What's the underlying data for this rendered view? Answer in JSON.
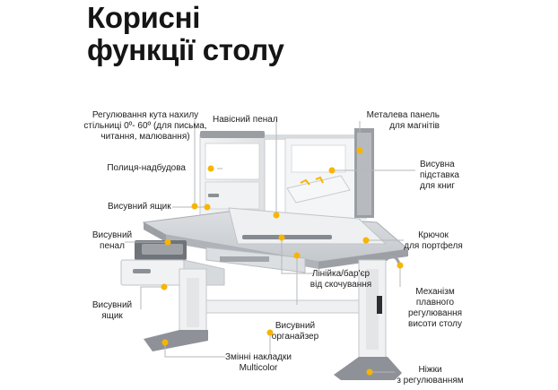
{
  "title": {
    "line1": "Корисні",
    "line2": "функції столу"
  },
  "labels": {
    "tilt": [
      "Регулювання кута нахилу",
      "стільниці 0º- 60º (для письма,",
      "читання, малювання)"
    ],
    "pencil_case_top": [
      "Навісний пенал"
    ],
    "magnet_panel": [
      "Металева панель",
      "для магнітів"
    ],
    "shelf": [
      "Полиця-надбудова"
    ],
    "book_stand": [
      "Висувна",
      "підставка",
      "для книг"
    ],
    "top_drawer": [
      "Висувний ящик"
    ],
    "hook": [
      "Крючок",
      "для портфеля"
    ],
    "side_pencil_case": [
      "Висувний",
      "пенал"
    ],
    "ruler": [
      "Лінійка/бар'єр",
      "від скочування"
    ],
    "lift_mechanism": [
      "Механізм",
      "плавного",
      "регулювання",
      "висоти столу"
    ],
    "side_drawer": [
      "Висувний",
      "ящик"
    ],
    "organizer": [
      "Висувний",
      "органайзер"
    ],
    "covers": [
      "Змінні накладки",
      "Multicolor"
    ],
    "feet": [
      "Ніжки",
      "з регулюванням"
    ]
  },
  "colors": {
    "accent": "#f7b500",
    "desk_body": "#e9eaec",
    "desk_top": "#cfd2d6",
    "dark_gray": "#8c9096",
    "leader": "#b5b7ba"
  }
}
